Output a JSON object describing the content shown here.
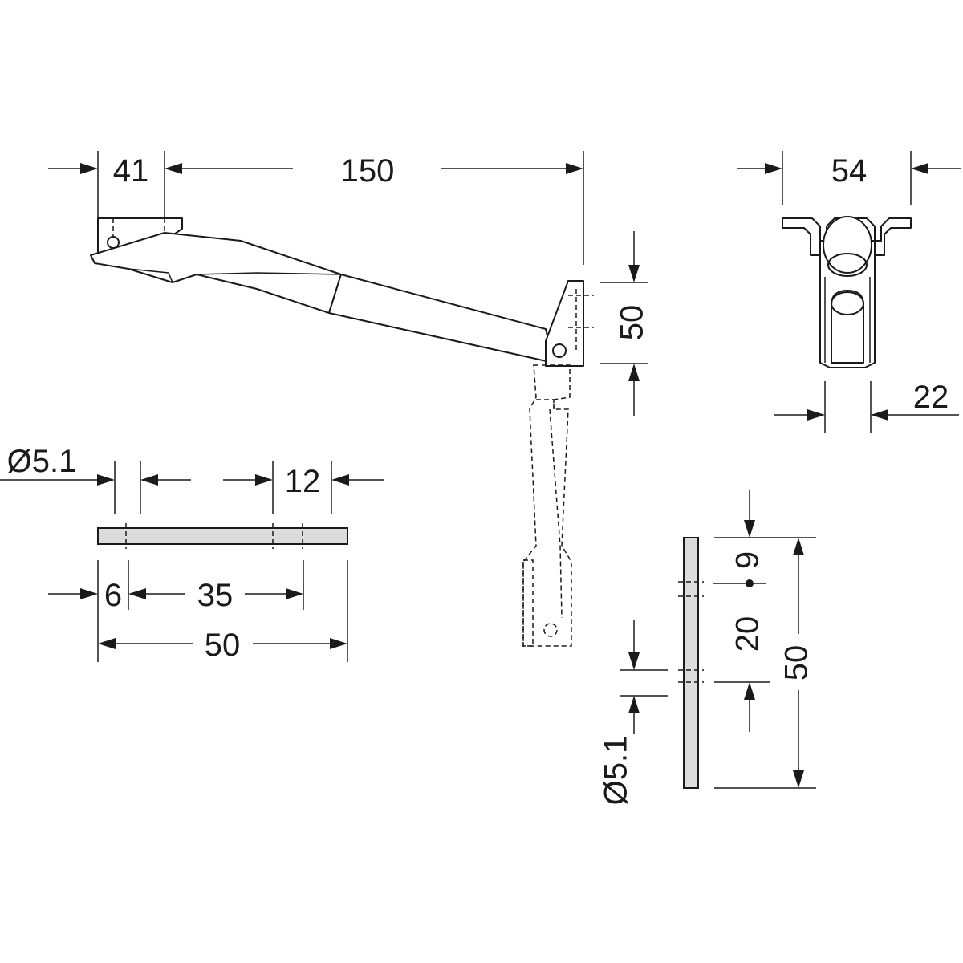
{
  "drawing": {
    "dimensions": {
      "stay_base_width": "41",
      "stay_length": "150",
      "stay_bracket_height": "50",
      "front_view_width": "54",
      "front_view_body_width": "22",
      "plate_hole_diameter": "Ø5.1",
      "plate_hole_edge_gap": "12",
      "plate_hole_offset": "6",
      "plate_hole_spacing": "35",
      "plate_length": "50",
      "side_plate_top_offset": "9",
      "side_plate_hole_spacing": "20",
      "side_plate_length": "50",
      "side_plate_hole_diameter": "Ø5.1"
    }
  }
}
